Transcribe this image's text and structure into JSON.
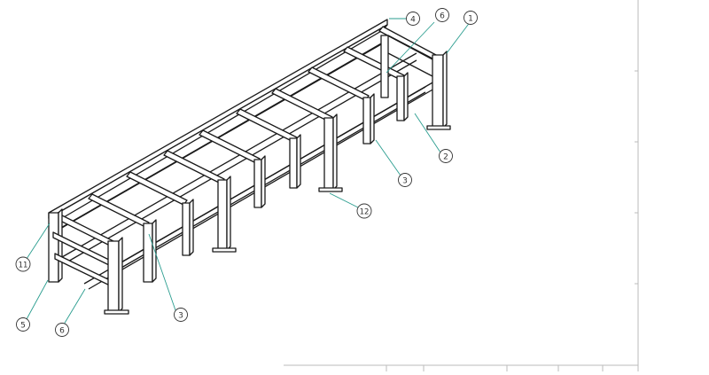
{
  "drawing": {
    "callouts": [
      {
        "id": "c1",
        "label": "1"
      },
      {
        "id": "c2",
        "label": "2"
      },
      {
        "id": "c3a",
        "label": "3"
      },
      {
        "id": "c3b",
        "label": "3"
      },
      {
        "id": "c4",
        "label": "4"
      },
      {
        "id": "c5",
        "label": "5"
      },
      {
        "id": "c6a",
        "label": "6"
      },
      {
        "id": "c6b",
        "label": "6"
      },
      {
        "id": "c11",
        "label": "11"
      },
      {
        "id": "c12",
        "label": "12"
      }
    ]
  },
  "colors": {
    "line": "#1a1a1a",
    "leader": "#2a9d8f",
    "border": "#bbbbbb"
  }
}
